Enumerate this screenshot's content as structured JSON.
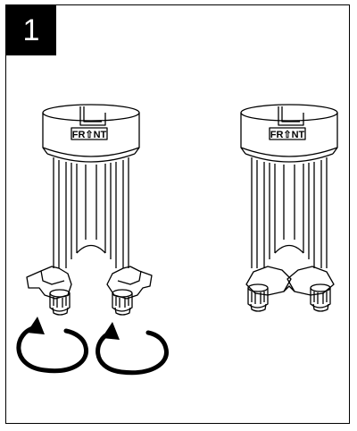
{
  "step": {
    "number": "1"
  },
  "left_assembly": {
    "label": "FR⇧NT"
  },
  "right_assembly": {
    "label": "FR⇧NT"
  },
  "icons": {
    "rotate_left": "rotate-arrow-icon",
    "rotate_right": "rotate-arrow-icon"
  },
  "colors": {
    "ink": "#000000",
    "paper": "#ffffff"
  }
}
